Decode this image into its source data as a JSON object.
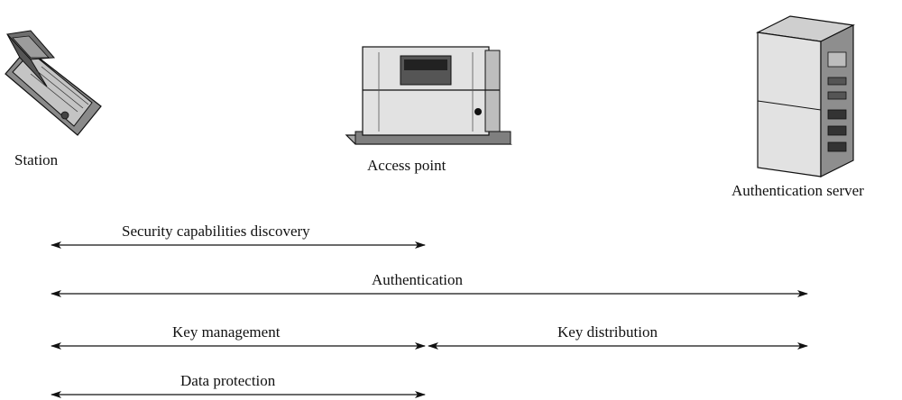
{
  "entities": {
    "station": {
      "label": "Station",
      "icon": "laptop-icon"
    },
    "access_point": {
      "label": "Access point",
      "icon": "access-point-icon"
    },
    "auth_server": {
      "label": "Authentication server",
      "icon": "server-tower-icon"
    }
  },
  "exchanges": [
    {
      "label": "Security capabilities discovery",
      "from": "station",
      "to": "access_point"
    },
    {
      "label": "Authentication",
      "from": "station",
      "to": "auth_server"
    },
    {
      "label": "Key management",
      "from": "station",
      "to": "access_point"
    },
    {
      "label": "Key distribution",
      "from": "access_point",
      "to": "auth_server"
    },
    {
      "label": "Data protection",
      "from": "station",
      "to": "access_point"
    }
  ],
  "colors": {
    "line": "#111111",
    "device_light": "#e2e2e2",
    "device_mid": "#a9a9a9",
    "device_dark": "#555555"
  }
}
